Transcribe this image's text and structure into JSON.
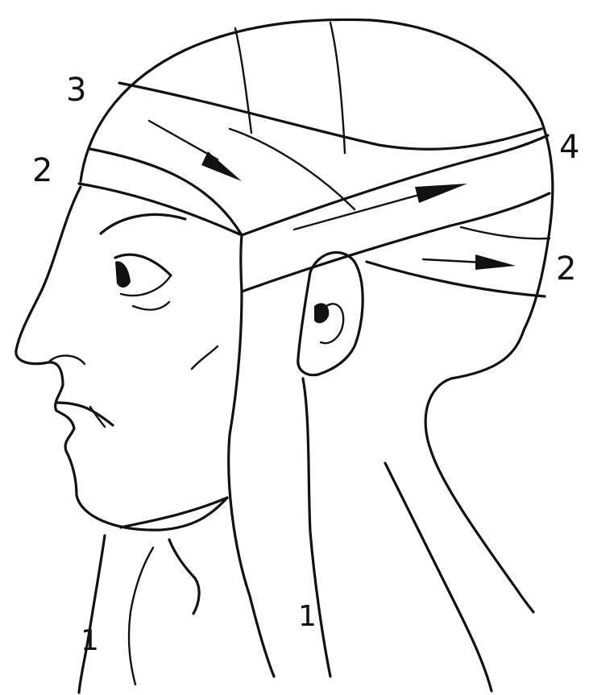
{
  "figure": {
    "description_visible": false
  },
  "labels": {
    "turn_3": "3",
    "turn_2_front": "2",
    "turn_4": "4",
    "turn_2_back": "2",
    "strip_1_front": "1",
    "strip_1_back": "1"
  },
  "colors": {
    "line": "#111111",
    "background": "#ffffff"
  }
}
